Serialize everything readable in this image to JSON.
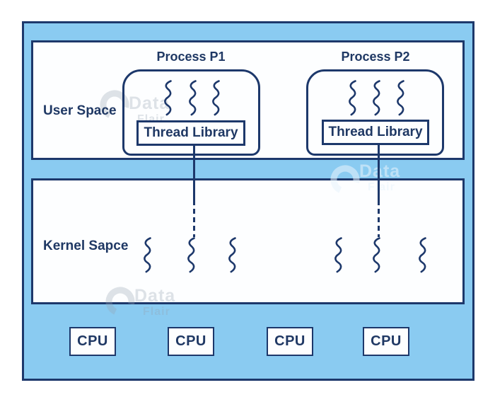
{
  "diagram": {
    "user_space": {
      "label": "User Space"
    },
    "kernel_space": {
      "label": "Kernel Sapce"
    },
    "processes": [
      {
        "label": "Process P1",
        "thread_library": "Thread Library",
        "user_thread_count": 3
      },
      {
        "label": "Process P2",
        "thread_library": "Thread Library",
        "user_thread_count": 3
      }
    ],
    "kernel_thread_groups": [
      {
        "thread_count": 3
      },
      {
        "thread_count": 3
      }
    ],
    "cpus": [
      {
        "label": "CPU"
      },
      {
        "label": "CPU"
      },
      {
        "label": "CPU"
      },
      {
        "label": "CPU"
      }
    ],
    "watermark": {
      "line1": "Data",
      "line2": "Flair"
    },
    "colors": {
      "panel_blue": "#8ACBF1",
      "navy_stroke": "#1D386B",
      "text_navy": "#1F3864",
      "box_white": "#FDFEFF"
    }
  }
}
